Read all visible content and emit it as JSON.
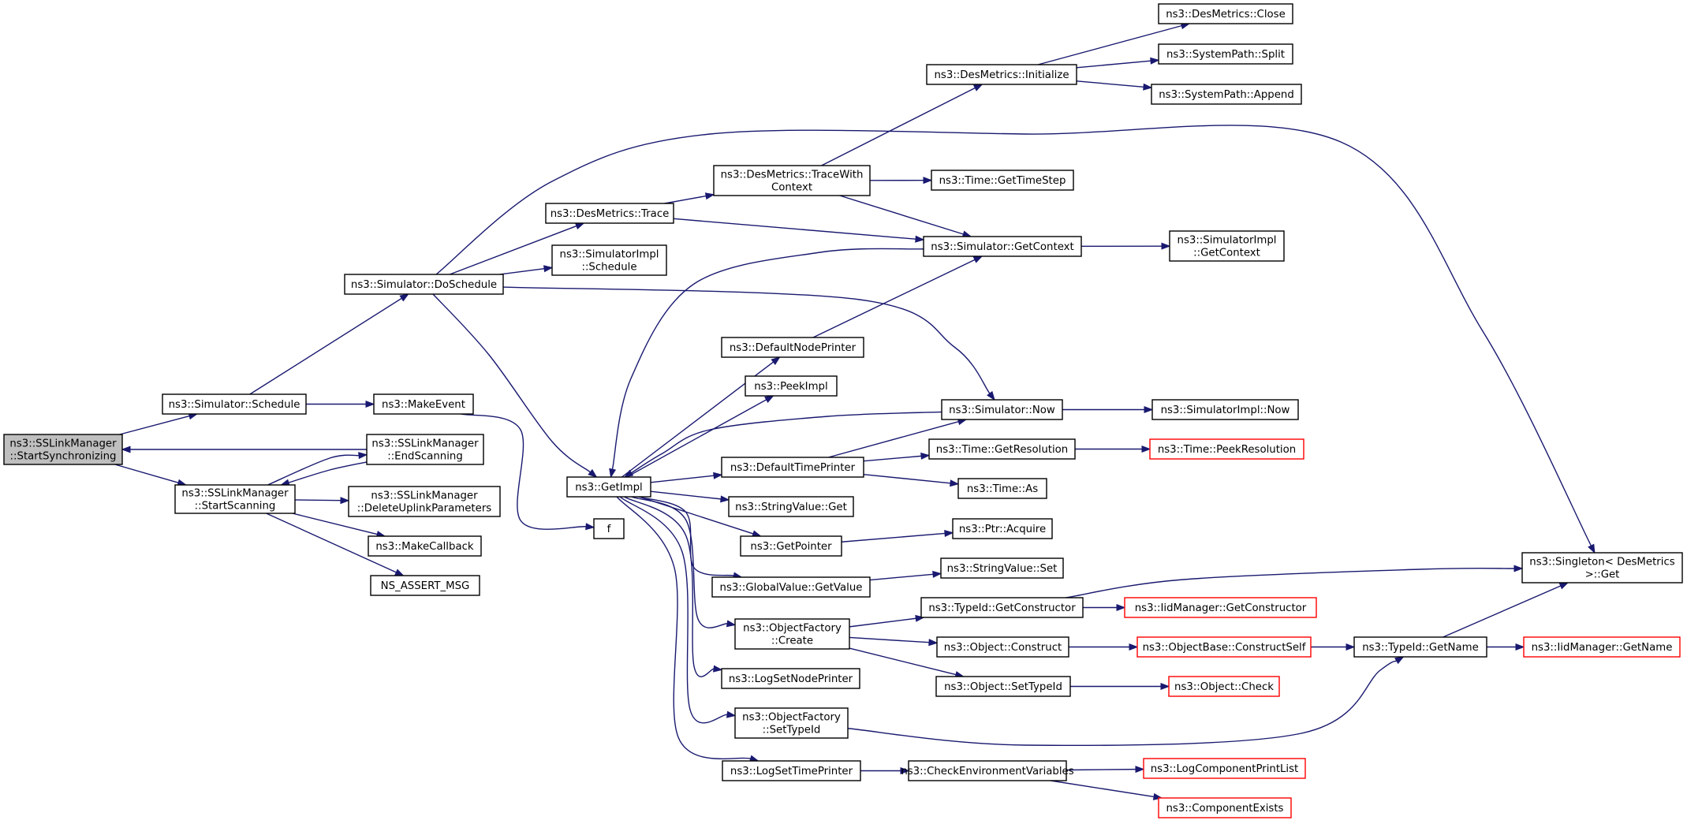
{
  "colors": {
    "edge": "#191970",
    "root_fill": "#bfbfbf",
    "external_border": "#ff0000",
    "node_border": "#000000"
  },
  "nodes": [
    {
      "id": "start_sync",
      "lines": [
        "ns3::SSLinkManager",
        "::StartSynchronizing"
      ],
      "kind": "root"
    },
    {
      "id": "sim_schedule",
      "lines": [
        "ns3::Simulator::Schedule"
      ]
    },
    {
      "id": "start_scanning",
      "lines": [
        "ns3::SSLinkManager",
        "::StartScanning"
      ]
    },
    {
      "id": "end_scanning",
      "lines": [
        "ns3::SSLinkManager",
        "::EndScanning"
      ]
    },
    {
      "id": "delete_uplink",
      "lines": [
        "ns3::SSLinkManager",
        "::DeleteUplinkParameters"
      ]
    },
    {
      "id": "make_callback",
      "lines": [
        "ns3::MakeCallback"
      ]
    },
    {
      "id": "ns_assert",
      "lines": [
        "NS_ASSERT_MSG"
      ]
    },
    {
      "id": "sim_doschedule",
      "lines": [
        "ns3::Simulator::DoSchedule"
      ]
    },
    {
      "id": "make_event",
      "lines": [
        "ns3::MakeEvent"
      ]
    },
    {
      "id": "f",
      "lines": [
        "f"
      ]
    },
    {
      "id": "desm_trace",
      "lines": [
        "ns3::DesMetrics::Trace"
      ]
    },
    {
      "id": "simimpl_schedule",
      "lines": [
        "ns3::SimulatorImpl",
        "::Schedule"
      ]
    },
    {
      "id": "getimpl",
      "lines": [
        "ns3::GetImpl"
      ]
    },
    {
      "id": "desm_tracewith",
      "lines": [
        "ns3::DesMetrics::TraceWith",
        "Context"
      ]
    },
    {
      "id": "desm_init",
      "lines": [
        "ns3::DesMetrics::Initialize"
      ]
    },
    {
      "id": "desm_close",
      "lines": [
        "ns3::DesMetrics::Close"
      ]
    },
    {
      "id": "syspath_split",
      "lines": [
        "ns3::SystemPath::Split"
      ]
    },
    {
      "id": "syspath_append",
      "lines": [
        "ns3::SystemPath::Append"
      ]
    },
    {
      "id": "time_gettimestep",
      "lines": [
        "ns3::Time::GetTimeStep"
      ]
    },
    {
      "id": "sim_getcontext",
      "lines": [
        "ns3::Simulator::GetContext"
      ]
    },
    {
      "id": "simimpl_getcontext",
      "lines": [
        "ns3::SimulatorImpl",
        "::GetContext"
      ]
    },
    {
      "id": "default_node_printer",
      "lines": [
        "ns3::DefaultNodePrinter"
      ]
    },
    {
      "id": "peekimpl",
      "lines": [
        "ns3::PeekImpl"
      ]
    },
    {
      "id": "sim_now",
      "lines": [
        "ns3::Simulator::Now"
      ]
    },
    {
      "id": "simimpl_now",
      "lines": [
        "ns3::SimulatorImpl::Now"
      ]
    },
    {
      "id": "default_time_printer",
      "lines": [
        "ns3::DefaultTimePrinter"
      ]
    },
    {
      "id": "time_getresolution",
      "lines": [
        "ns3::Time::GetResolution"
      ]
    },
    {
      "id": "time_peekresolution",
      "lines": [
        "ns3::Time::PeekResolution"
      ],
      "kind": "ext"
    },
    {
      "id": "time_as",
      "lines": [
        "ns3::Time::As"
      ]
    },
    {
      "id": "stringvalue_get",
      "lines": [
        "ns3::StringValue::Get"
      ]
    },
    {
      "id": "getpointer",
      "lines": [
        "ns3::GetPointer"
      ]
    },
    {
      "id": "ptr_acquire",
      "lines": [
        "ns3::Ptr::Acquire"
      ]
    },
    {
      "id": "stringvalue_set",
      "lines": [
        "ns3::StringValue::Set"
      ]
    },
    {
      "id": "globalvalue_getvalue",
      "lines": [
        "ns3::GlobalValue::GetValue"
      ]
    },
    {
      "id": "singleton_get",
      "lines": [
        "ns3::Singleton< DesMetrics",
        ">::Get"
      ]
    },
    {
      "id": "typeid_getconstructor",
      "lines": [
        "ns3::TypeId::GetConstructor"
      ]
    },
    {
      "id": "iidmanager_getconstructor",
      "lines": [
        "ns3::IidManager::GetConstructor"
      ],
      "kind": "ext"
    },
    {
      "id": "objectfactory_create",
      "lines": [
        "ns3::ObjectFactory",
        "::Create"
      ]
    },
    {
      "id": "object_construct",
      "lines": [
        "ns3::Object::Construct"
      ]
    },
    {
      "id": "objectbase_constructself",
      "lines": [
        "ns3::ObjectBase::ConstructSelf"
      ],
      "kind": "ext"
    },
    {
      "id": "typeid_getname",
      "lines": [
        "ns3::TypeId::GetName"
      ]
    },
    {
      "id": "iidmanager_getname",
      "lines": [
        "ns3::IidManager::GetName"
      ],
      "kind": "ext"
    },
    {
      "id": "object_settypeid",
      "lines": [
        "ns3::Object::SetTypeId"
      ]
    },
    {
      "id": "object_check",
      "lines": [
        "ns3::Object::Check"
      ],
      "kind": "ext"
    },
    {
      "id": "logsetnodeprinter",
      "lines": [
        "ns3::LogSetNodePrinter"
      ]
    },
    {
      "id": "objectfactory_settypeid",
      "lines": [
        "ns3::ObjectFactory",
        "::SetTypeId"
      ]
    },
    {
      "id": "logsettimeprinter",
      "lines": [
        "ns3::LogSetTimePrinter"
      ]
    },
    {
      "id": "checkenvvars",
      "lines": [
        "ns3::CheckEnvironmentVariables"
      ]
    },
    {
      "id": "logcomponentprintlist",
      "lines": [
        "ns3::LogComponentPrintList"
      ],
      "kind": "ext"
    },
    {
      "id": "componentexists",
      "lines": [
        "ns3::ComponentExists"
      ],
      "kind": "ext"
    }
  ],
  "edges": [
    {
      "from": "start_sync",
      "to": "sim_schedule"
    },
    {
      "from": "start_sync",
      "to": "start_scanning"
    },
    {
      "from": "end_scanning",
      "to": "start_sync"
    },
    {
      "from": "start_scanning",
      "to": "end_scanning"
    },
    {
      "from": "end_scanning",
      "to": "start_scanning"
    },
    {
      "from": "start_scanning",
      "to": "delete_uplink"
    },
    {
      "from": "start_scanning",
      "to": "make_callback"
    },
    {
      "from": "start_scanning",
      "to": "ns_assert"
    },
    {
      "from": "sim_schedule",
      "to": "sim_doschedule"
    },
    {
      "from": "sim_schedule",
      "to": "make_event"
    },
    {
      "from": "make_event",
      "to": "f"
    },
    {
      "from": "sim_doschedule",
      "to": "desm_trace"
    },
    {
      "from": "sim_doschedule",
      "to": "simimpl_schedule"
    },
    {
      "from": "sim_doschedule",
      "to": "getimpl"
    },
    {
      "from": "sim_doschedule",
      "to": "sim_now"
    },
    {
      "from": "sim_doschedule",
      "to": "singleton_get"
    },
    {
      "from": "desm_trace",
      "to": "desm_tracewith"
    },
    {
      "from": "desm_trace",
      "to": "sim_getcontext"
    },
    {
      "from": "desm_tracewith",
      "to": "desm_init"
    },
    {
      "from": "desm_tracewith",
      "to": "time_gettimestep"
    },
    {
      "from": "desm_tracewith",
      "to": "sim_getcontext"
    },
    {
      "from": "desm_init",
      "to": "desm_close"
    },
    {
      "from": "desm_init",
      "to": "syspath_split"
    },
    {
      "from": "desm_init",
      "to": "syspath_append"
    },
    {
      "from": "sim_getcontext",
      "to": "simimpl_getcontext"
    },
    {
      "from": "sim_getcontext",
      "to": "getimpl"
    },
    {
      "from": "getimpl",
      "to": "default_node_printer"
    },
    {
      "from": "getimpl",
      "to": "peekimpl"
    },
    {
      "from": "getimpl",
      "to": "default_time_printer"
    },
    {
      "from": "getimpl",
      "to": "stringvalue_get"
    },
    {
      "from": "getimpl",
      "to": "getpointer"
    },
    {
      "from": "getimpl",
      "to": "globalvalue_getvalue"
    },
    {
      "from": "getimpl",
      "to": "objectfactory_create"
    },
    {
      "from": "getimpl",
      "to": "logsetnodeprinter"
    },
    {
      "from": "getimpl",
      "to": "objectfactory_settypeid"
    },
    {
      "from": "getimpl",
      "to": "logsettimeprinter"
    },
    {
      "from": "sim_now",
      "to": "getimpl"
    },
    {
      "from": "default_node_printer",
      "to": "sim_getcontext"
    },
    {
      "from": "sim_now",
      "to": "simimpl_now"
    },
    {
      "from": "default_time_printer",
      "to": "sim_now"
    },
    {
      "from": "default_time_printer",
      "to": "time_getresolution"
    },
    {
      "from": "default_time_printer",
      "to": "time_as"
    },
    {
      "from": "time_getresolution",
      "to": "time_peekresolution"
    },
    {
      "from": "getpointer",
      "to": "ptr_acquire"
    },
    {
      "from": "globalvalue_getvalue",
      "to": "stringvalue_set"
    },
    {
      "from": "objectfactory_create",
      "to": "typeid_getconstructor"
    },
    {
      "from": "objectfactory_create",
      "to": "object_construct"
    },
    {
      "from": "objectfactory_create",
      "to": "object_settypeid"
    },
    {
      "from": "typeid_getconstructor",
      "to": "singleton_get"
    },
    {
      "from": "typeid_getconstructor",
      "to": "iidmanager_getconstructor"
    },
    {
      "from": "object_construct",
      "to": "objectbase_constructself"
    },
    {
      "from": "objectbase_constructself",
      "to": "typeid_getname"
    },
    {
      "from": "typeid_getname",
      "to": "singleton_get"
    },
    {
      "from": "typeid_getname",
      "to": "iidmanager_getname"
    },
    {
      "from": "object_settypeid",
      "to": "object_check"
    },
    {
      "from": "objectfactory_settypeid",
      "to": "typeid_getname"
    },
    {
      "from": "logsettimeprinter",
      "to": "checkenvvars"
    },
    {
      "from": "checkenvvars",
      "to": "logcomponentprintlist"
    },
    {
      "from": "checkenvvars",
      "to": "componentexists"
    }
  ]
}
